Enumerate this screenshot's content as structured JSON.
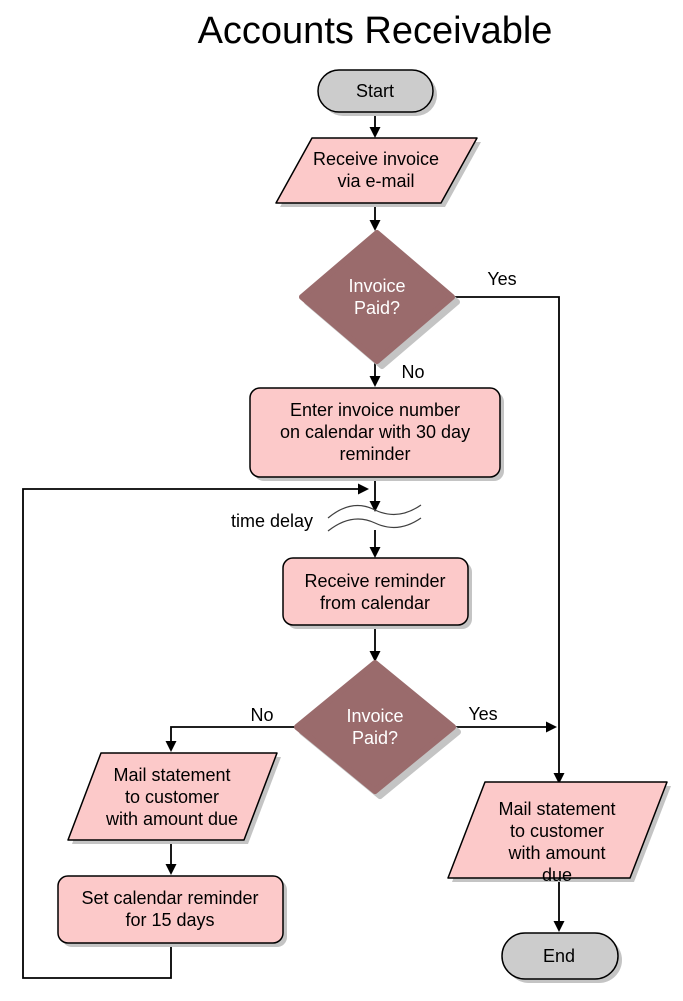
{
  "title": "Accounts Receivable",
  "colors": {
    "process_pink": "#FCC9C9",
    "decision_fill": "#9A6B6C",
    "decision_text": "#FFFFFF",
    "terminator_gray": "#CCCCCC",
    "shadow": "#C4C4C4",
    "line": "#000000",
    "squiggle": "#404040"
  },
  "nodes": {
    "start": {
      "label": "Start"
    },
    "receive_invoice": {
      "label": "Receive invoice\nvia e-mail"
    },
    "invoice_paid_1": {
      "label": "Invoice\nPaid?"
    },
    "enter_invoice_number": {
      "label": "Enter invoice number\non calendar with 30 day\nreminder"
    },
    "receive_reminder": {
      "label": "Receive reminder\nfrom calendar"
    },
    "invoice_paid_2": {
      "label": "Invoice\nPaid?"
    },
    "mail_statement_left": {
      "label": "Mail statement\nto customer\nwith amount due"
    },
    "set_calendar_reminder": {
      "label": "Set calendar reminder\nfor 15 days"
    },
    "mail_statement_right": {
      "label": "Mail statement\nto customer\nwith amount due"
    },
    "end": {
      "label": "End"
    }
  },
  "edge_labels": {
    "invoice_paid_1_yes": "Yes",
    "invoice_paid_1_no": "No",
    "invoice_paid_2_yes": "Yes",
    "invoice_paid_2_no": "No",
    "time_delay": "time delay"
  }
}
